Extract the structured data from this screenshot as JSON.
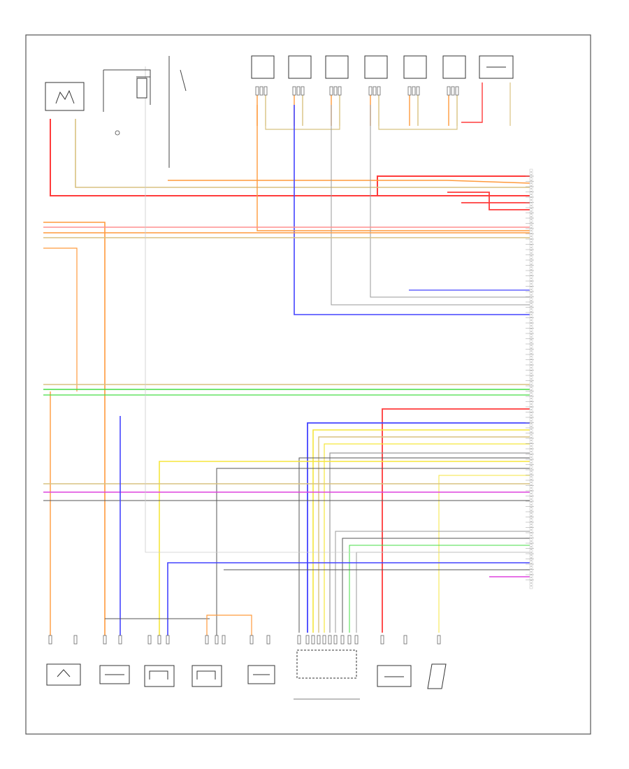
{
  "diagram": {
    "footer_code": "",
    "components": [
      {
        "id": "dme_relay",
        "label": ""
      },
      {
        "id": "brake_pedal_switch",
        "label": ""
      },
      {
        "id": "ignition_coils",
        "label": ""
      },
      {
        "id": "evap_sensor",
        "label": ""
      },
      {
        "id": "ecm",
        "label": ""
      },
      {
        "id": "coolant_thermostat",
        "label": ""
      },
      {
        "id": "purge_valve",
        "label": ""
      },
      {
        "id": "camshaft_sensor_intake",
        "label": ""
      },
      {
        "id": "camshaft_sensor_exhaust",
        "label": ""
      },
      {
        "id": "vanos_valve",
        "label": ""
      },
      {
        "id": "accelerator_pedal_module",
        "label": ""
      },
      {
        "id": "crankshaft_sensor",
        "label": ""
      },
      {
        "id": "oil_level_sensor",
        "label": ""
      }
    ],
    "coil_labels": [
      "",
      "",
      "",
      "",
      "",
      ""
    ],
    "pin_labels": [],
    "wire_colors": {
      "red": "#ff3b3b",
      "orange": "#ff9a3c",
      "yellow": "#f5e63c",
      "blue": "#4444ff",
      "green": "#44dd44",
      "violet": "#dd44dd",
      "pink": "#ff8f8f",
      "tan": "#d8c280",
      "gray": "#9a9a9a",
      "dark": "#555555"
    }
  }
}
